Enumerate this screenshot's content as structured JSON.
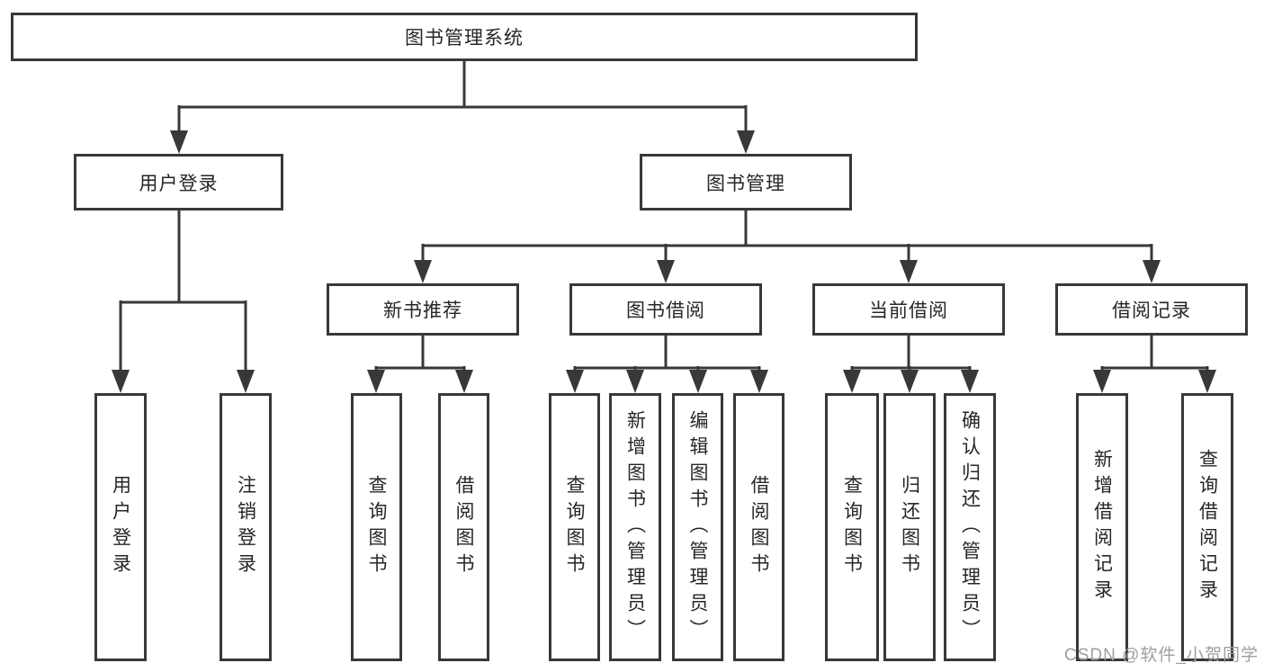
{
  "page": {
    "background_color": "#ffffff",
    "line_color": "#383838",
    "text_color": "#262626",
    "watermark_color": "#9e9e9e"
  },
  "watermark": "CSDN @软件_小贺同学",
  "nodes": {
    "root": {
      "label": "图书管理系统"
    },
    "user_login": {
      "label": "用户登录"
    },
    "book_mgmt": {
      "label": "图书管理"
    },
    "new_book": {
      "label": "新书推荐"
    },
    "book_borrow": {
      "label": "图书借阅"
    },
    "cur_borrow": {
      "label": "当前借阅"
    },
    "records": {
      "label": "借阅记录"
    },
    "ul_login": {
      "label": "用户登录"
    },
    "ul_logout": {
      "label": "注销登录"
    },
    "nb_query": {
      "label": "查询图书"
    },
    "nb_borrow": {
      "label": "借阅图书"
    },
    "bb_query": {
      "label": "查询图书"
    },
    "bb_add": {
      "label": "新增图书（管理员）"
    },
    "bb_edit": {
      "label": "编辑图书（管理员）"
    },
    "bb_borrow": {
      "label": "借阅图书"
    },
    "cb_query": {
      "label": "查询图书"
    },
    "cb_return": {
      "label": "归还图书"
    },
    "cb_confirm": {
      "label": "确认归还（管理员）"
    },
    "br_add": {
      "label": "新增借阅记录"
    },
    "br_query": {
      "label": "查询借阅记录"
    }
  },
  "hierarchy": {
    "图书管理系统": {
      "用户登录": [
        "用户登录",
        "注销登录"
      ],
      "图书管理": {
        "新书推荐": [
          "查询图书",
          "借阅图书"
        ],
        "图书借阅": [
          "查询图书",
          "新增图书（管理员）",
          "编辑图书（管理员）",
          "借阅图书"
        ],
        "当前借阅": [
          "查询图书",
          "归还图书",
          "确认归还（管理员）"
        ],
        "借阅记录": [
          "新增借阅记录",
          "查询借阅记录"
        ]
      }
    }
  }
}
